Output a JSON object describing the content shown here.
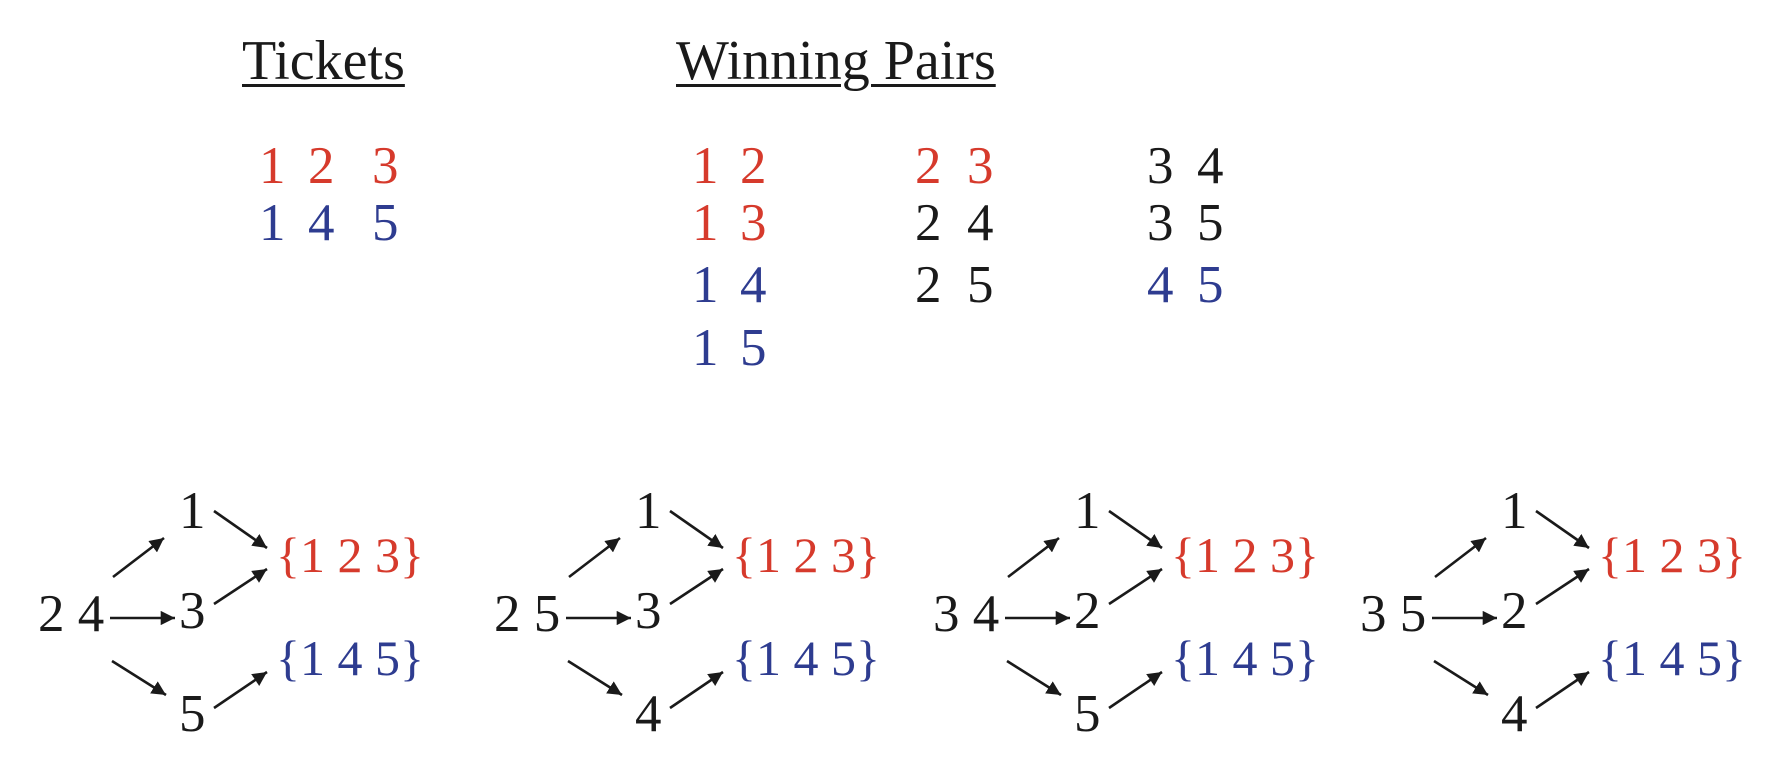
{
  "colors": {
    "red": "#d63a2c",
    "blue": "#2e3c90",
    "black": "#1a1a1a"
  },
  "headers": {
    "tickets": "Tickets",
    "winning_pairs": "Winning Pairs"
  },
  "tickets": [
    {
      "digits": [
        "1",
        "2",
        "3"
      ],
      "color": "red"
    },
    {
      "digits": [
        "1",
        "4",
        "5"
      ],
      "color": "blue"
    }
  ],
  "winning_pairs": [
    [
      {
        "digits": [
          "1",
          "2"
        ],
        "color": "red"
      },
      {
        "digits": [
          "1",
          "3"
        ],
        "color": "red"
      },
      {
        "digits": [
          "1",
          "4"
        ],
        "color": "blue"
      },
      {
        "digits": [
          "1",
          "5"
        ],
        "color": "blue"
      }
    ],
    [
      {
        "digits": [
          "2",
          "3"
        ],
        "color": "red"
      },
      {
        "digits": [
          "2",
          "4"
        ],
        "color": "black"
      },
      {
        "digits": [
          "2",
          "5"
        ],
        "color": "black"
      }
    ],
    [
      {
        "digits": [
          "3",
          "4"
        ],
        "color": "black"
      },
      {
        "digits": [
          "3",
          "5"
        ],
        "color": "black"
      },
      {
        "digits": [
          "4",
          "5"
        ],
        "color": "blue"
      }
    ]
  ],
  "diagrams": [
    {
      "source": "2 4",
      "nodes": [
        "1",
        "3",
        "5"
      ],
      "sets": [
        {
          "label": "{1 2 3}",
          "color": "red"
        },
        {
          "label": "{1 4 5}",
          "color": "blue"
        }
      ]
    },
    {
      "source": "2 5",
      "nodes": [
        "1",
        "3",
        "4"
      ],
      "sets": [
        {
          "label": "{1 2 3}",
          "color": "red"
        },
        {
          "label": "{1 4 5}",
          "color": "blue"
        }
      ]
    },
    {
      "source": "3 4",
      "nodes": [
        "1",
        "2",
        "5"
      ],
      "sets": [
        {
          "label": "{1 2 3}",
          "color": "red"
        },
        {
          "label": "{1 4 5}",
          "color": "blue"
        }
      ]
    },
    {
      "source": "3 5",
      "nodes": [
        "1",
        "2",
        "4"
      ],
      "sets": [
        {
          "label": "{1 2 3}",
          "color": "red"
        },
        {
          "label": "{1 4 5}",
          "color": "blue"
        }
      ]
    }
  ]
}
